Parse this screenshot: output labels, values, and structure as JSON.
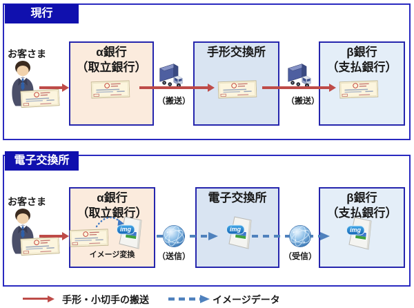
{
  "sections": {
    "current": {
      "header": "現行",
      "customer": "お客さま",
      "alpha_bank": {
        "line1": "α銀行",
        "line2": "（取立銀行）"
      },
      "clearing_house": "手形交換所",
      "beta_bank": {
        "line1": "β銀行",
        "line2": "（支払銀行）"
      },
      "transport1": "（搬送）",
      "transport2": "（搬送）"
    },
    "electronic": {
      "header": "電子交換所",
      "customer": "お客さま",
      "alpha_bank": {
        "line1": "α銀行",
        "line2": "（取立銀行）"
      },
      "exchange": "電子交換所",
      "beta_bank": {
        "line1": "β銀行",
        "line2": "（支払銀行）"
      },
      "image_conversion": "イメージ変換",
      "send": "（送信）",
      "receive": "（受信）",
      "img_badge": "img"
    }
  },
  "legend": {
    "transport": "手形・小切手の搬送",
    "image_data": "イメージデータ"
  },
  "colors": {
    "header_bg": "#1010AE",
    "panel_border": "#2929C0",
    "box_border": "#2525AD",
    "alpha_fill": "#FBEBDD",
    "clearing_fill": "#D9E4F2",
    "beta_fill": "#E4EEF8",
    "arrow_red": "#BE4B48",
    "arrow_blue": "#4F81BD"
  }
}
